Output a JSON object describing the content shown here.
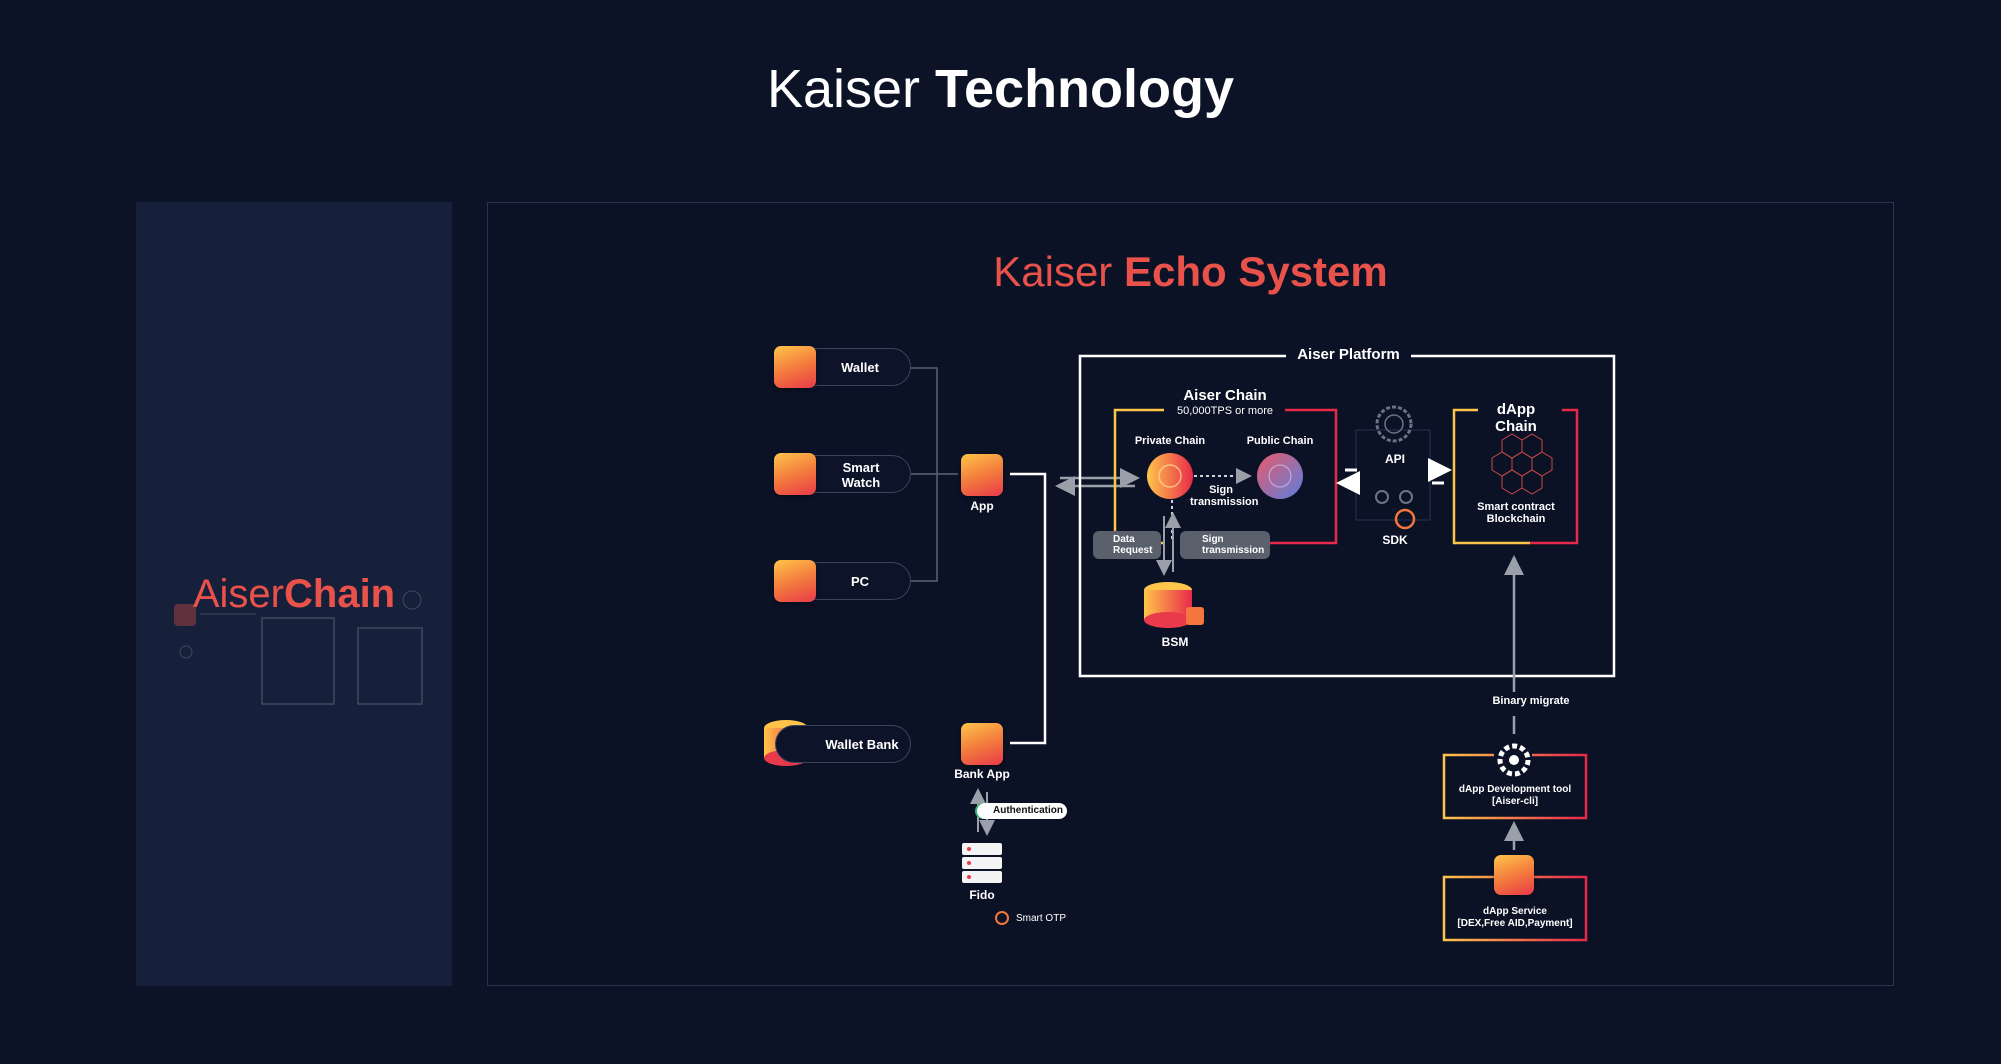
{
  "header": {
    "title_light": "Kaiser",
    "title_bold": "Technology"
  },
  "sidebar": {
    "title_light": "Aiser",
    "title_bold": "Chain"
  },
  "diagram": {
    "title_light": "Kaiser",
    "title_bold": "Echo System",
    "left_items": {
      "wallet": "Wallet",
      "smart_watch": "Smart Watch",
      "pc": "PC",
      "wallet_bank": "Wallet Bank"
    },
    "app": "App",
    "bank_app": "Bank App",
    "authentication": "Authentication",
    "fido": "Fido",
    "smart_otp": "Smart OTP",
    "platform": {
      "title": "Aiser Platform",
      "aiser_chain": "Aiser Chain",
      "tps": "50,000TPS or more",
      "private_chain": "Private Chain",
      "public_chain": "Public Chain",
      "sign_transmission_1": "Sign transmission",
      "data_request": "Data Request",
      "sign_transmission_2": "Sign transmission",
      "bsm": "BSM",
      "api": "API",
      "sdk": "SDK",
      "dapp_chain": "dApp Chain",
      "smart_contract": "Smart contract Blockchain"
    },
    "binary_migrate": "Binary migrate",
    "dev_tool": {
      "line1": "dApp Development tool",
      "line2": "[Aiser-cli]"
    },
    "dapp_service": {
      "line1": "dApp Service",
      "line2": "[DEX,Free AID,Payment]"
    },
    "colors": {
      "accent_red": "#e8524a",
      "gradient_yellow": "#ffc54a",
      "gradient_red": "#e83a4a",
      "background": "#0c1327"
    }
  }
}
